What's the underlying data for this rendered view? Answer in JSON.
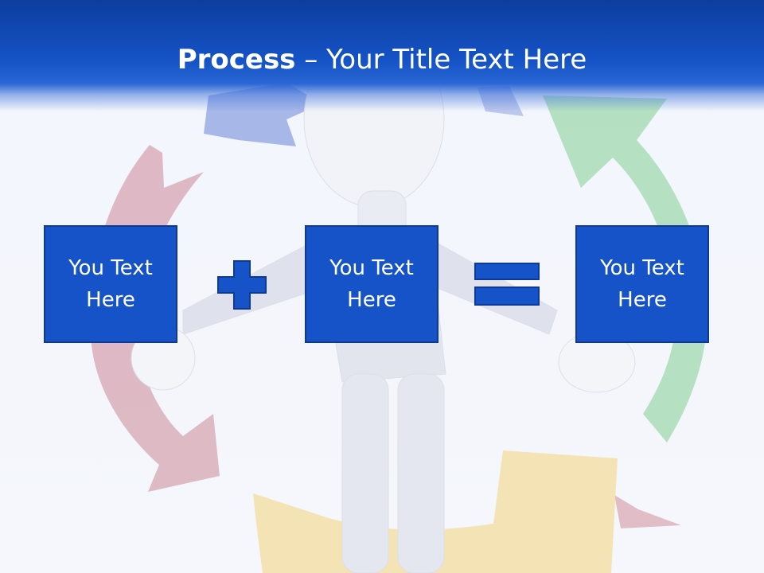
{
  "slide": {
    "title_bold": "Process",
    "title_rest": " – Your Title Text Here"
  },
  "boxes": [
    {
      "line1": "You Text",
      "line2": "Here"
    },
    {
      "line1": "You Text",
      "line2": "Here"
    },
    {
      "line1": "You Text",
      "line2": "Here"
    }
  ],
  "colors": {
    "header_blue": "#1553c6",
    "box_fill": "#1753c8",
    "box_border": "#0c3a96",
    "operator_fill": "#1753c8",
    "arrow_blue": "#7f93dd",
    "arrow_green": "#a7d8b3",
    "arrow_red": "#d7a8b4",
    "arrow_yellow": "#f2dfa7"
  },
  "icons": {
    "plus": "plus-sign-icon",
    "equals": "equals-sign-icon"
  }
}
